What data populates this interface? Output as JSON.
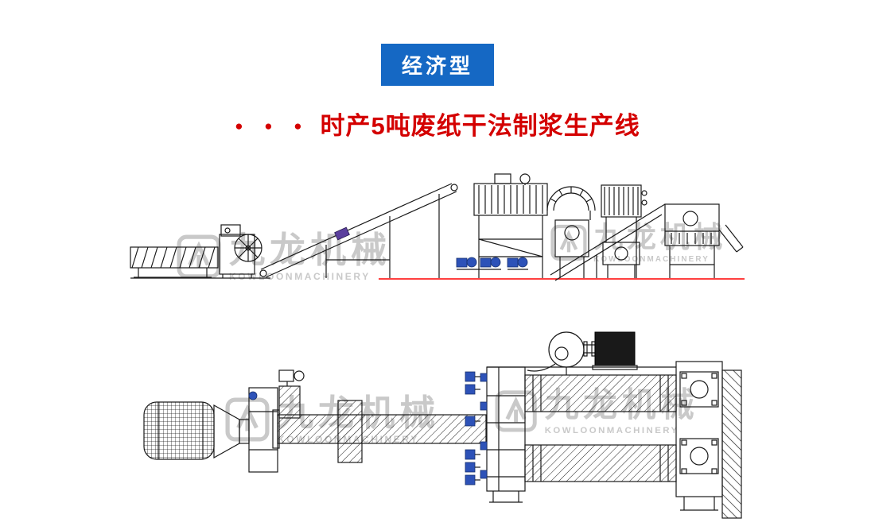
{
  "badge": {
    "label": "经济型"
  },
  "title": {
    "bullets": "● ● ●",
    "text": "时产5吨废纸干法制浆生产线"
  },
  "watermark": {
    "name": "九龙机械",
    "subtitle": "KOWLOONMACHINERY"
  },
  "colors": {
    "badge_bg": "#1568c4",
    "badge_fg": "#ffffff",
    "title_red": "#d40000",
    "watermark_gray": "#c9c9c9",
    "line_black": "#1a1a1a",
    "accent_blue": "#2d52b8",
    "baseline_red": "#ff0000",
    "part_purple": "#5b3f9e"
  }
}
